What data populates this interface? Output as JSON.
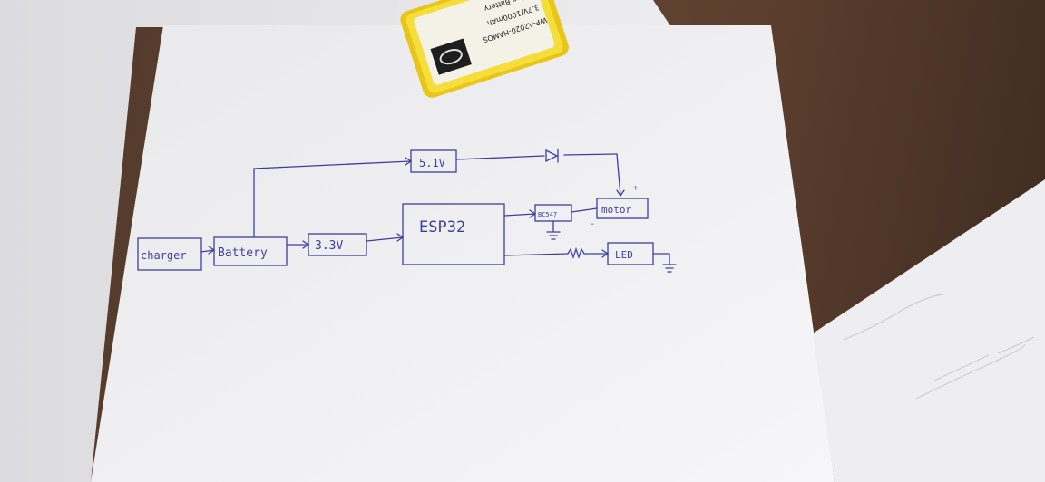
{
  "battery_label": {
    "line1": "Li-ion Battery",
    "line2": "3.7V/1000mAh",
    "line3": "WP-A2020-HAMOS"
  },
  "diagram": {
    "boxes": {
      "charger": "charger",
      "battery": "Battery",
      "reg_3v3": "3.3V",
      "reg_5v": "5.1V",
      "esp32": "ESP32",
      "driver": "BC547",
      "motor": "motor",
      "led": "LED"
    },
    "marks": {
      "plus": "+",
      "minus": "-"
    }
  },
  "colors": {
    "ink": "#3d3fa0",
    "paper": "#f4f4f6",
    "battery_wrap": "#f2d21c",
    "desk": "#5a3d2d"
  }
}
